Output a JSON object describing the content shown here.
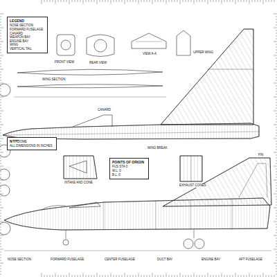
{
  "diagram": {
    "nodes": [
      {
        "text": [
          "LEGEND",
          "NOSE SECTION",
          "FORWARD FUSELAGE",
          "CANARD",
          "WEAPON BAY",
          "ENGINE BAY",
          "WING",
          "VERTICAL TAIL"
        ]
      },
      {
        "text": [
          "NOTE:",
          "ALL DIMENSIONS IN INCHES"
        ]
      },
      {
        "text": [
          "POINTS OF ORIGIN",
          "FUS STA 0",
          "W.L. 0",
          "B.L. 0"
        ]
      }
    ],
    "labels": [
      "UPPER WING",
      "CANARD",
      "WING BREAK",
      "RADOME",
      "FRONT VIEW",
      "REAR VIEW",
      "VIEW A-A",
      "WING SECTION",
      "INTAKE AND CONE",
      "EXHAUST CONES",
      "FIN",
      "NOSE SECTION",
      "FORWARD FUSELAGE",
      "CENTER FUSELAGE",
      "DUCT BAY",
      "ENGINE BAY",
      "AFT FUSELAGE"
    ]
  }
}
